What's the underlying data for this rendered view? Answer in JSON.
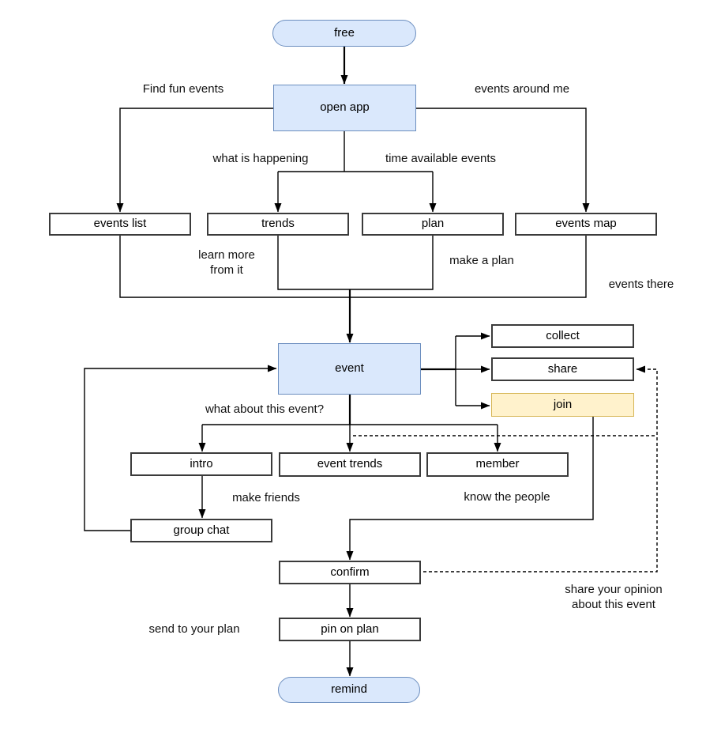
{
  "diagram": {
    "nodes": {
      "free": {
        "label": "free"
      },
      "open_app": {
        "label": "open app"
      },
      "events_list": {
        "label": "events list"
      },
      "trends": {
        "label": "trends"
      },
      "plan": {
        "label": "plan"
      },
      "events_map": {
        "label": "events map"
      },
      "event": {
        "label": "event"
      },
      "collect": {
        "label": "collect"
      },
      "share": {
        "label": "share"
      },
      "join": {
        "label": "join"
      },
      "intro": {
        "label": "intro"
      },
      "event_trends": {
        "label": "event trends"
      },
      "member": {
        "label": "member"
      },
      "group_chat": {
        "label": "group chat"
      },
      "confirm": {
        "label": "confirm"
      },
      "pin_on_plan": {
        "label": "pin on plan"
      },
      "remind": {
        "label": "remind"
      }
    },
    "edge_labels": {
      "find_fun_events": "Find fun events",
      "events_around_me": "events around me",
      "what_is_happening": "what is happening",
      "time_available_events": "time available events",
      "learn_more": "learn more\nfrom it",
      "make_a_plan": "make a plan",
      "events_there": "events there",
      "what_about_this_event": "what about this event?",
      "make_friends": "make friends",
      "know_the_people": "know the people",
      "send_to_your_plan": "send to your plan",
      "share_your_opinion": "share your opinion\nabout this event"
    },
    "colors": {
      "node_fill_blue": "#dae8fc",
      "node_stroke_blue": "#6c8ebf",
      "node_fill_yellow": "#fff2cc",
      "node_stroke_yellow": "#d6b656",
      "node_stroke_plain": "#3b3b3b",
      "edge_line": "#000000",
      "background": "#ffffff"
    }
  }
}
